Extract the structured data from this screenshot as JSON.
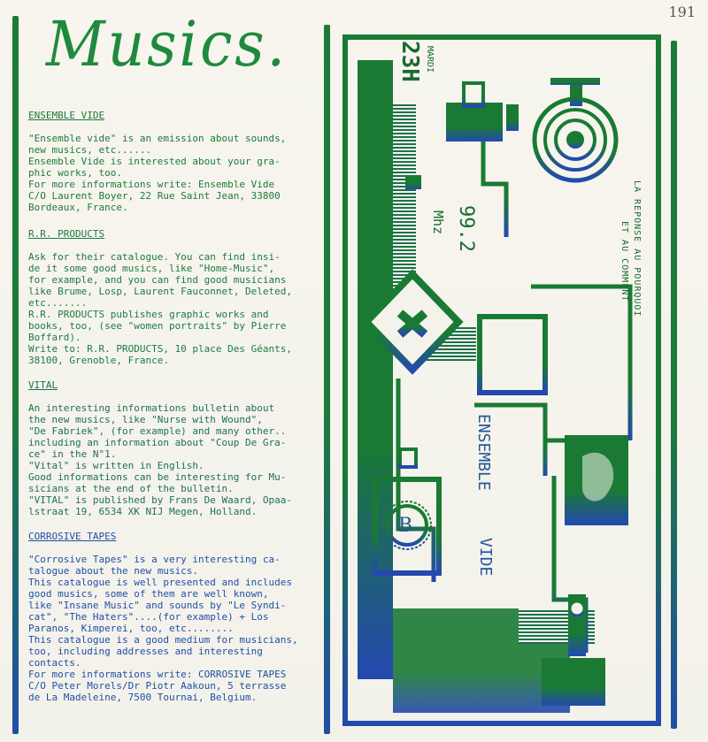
{
  "page": {
    "corner_mark": "191",
    "title": "Musics."
  },
  "sections": [
    {
      "heading": "ENSEMBLE VIDE",
      "body": "\"Ensemble vide\" is an emission about sounds,\nnew musics, etc......\nEnsemble Vide is interested about your gra-\nphic works, too.\nFor more informations write: Ensemble Vide\nC/O Laurent Boyer, 22 Rue Saint Jean, 33800\nBordeaux, France."
    },
    {
      "heading": "R.R. PRODUCTS",
      "body": "Ask for their catalogue. You can find insi-\nde it some good musics, like \"Home-Music\",\nfor example, and you can find good musicians\nlike Brume, Losp, Laurent Fauconnet, Deleted,\netc.......\nR.R. PRODUCTS publishes graphic works and\nbooks, too, (see \"women portraits\" by Pierre\nBoffard).\nWrite to: R.R. PRODUCTS, 10 place Des Géants,\n38100, Grenoble, France."
    },
    {
      "heading": "VITAL",
      "body": "An interesting informations bulletin about\nthe new musics, like \"Nurse with Wound\",\n\"De Fabriek\", (for example) and many other..\nincluding an information about \"Coup De Gra-\nce\" in the N°1.\n\"Vital\" is written in English.\nGood informations can be interesting for Mu-\nsicians at the end of the bulletin.\n\"VITAL\" is published by Frans De Waard, Opaa-\nlstraat 19, 6534 XK NIJ Megen, Holland."
    },
    {
      "heading": "CORROSIVE TAPES",
      "body": "\"Corrosive Tapes\" is a very interesting ca-\ntalogue about the new musics.\nThis catalogue is well presented and includes\ngood musics, some of them are well known,\nlike \"Insane Music\" and sounds by \"Le Syndi-\ncat\", \"The Haters\"....(for example) + Los\nParanos, Kimperei, too, etc........\nThis catalogue is a good medium for musicians,\ntoo, including addresses and interesting\ncontacts.\nFor more informations write: CORROSIVE TAPES\nC/O Peter Morels/Dr Piotr Aakoun, 5 terrasse\nde La Madeleine, 7500 Tournai, Belgium."
    }
  ],
  "artwork": {
    "day": "MARDI",
    "hour": "23H",
    "frequency": "99.2",
    "unit": "Mhz",
    "tagline_1": "LA REPONSE AU POURQUOI",
    "tagline_2": "ET AU COMMENT",
    "name_1": "ENSEMBLE",
    "name_2": "VIDE",
    "badge_letter": "B"
  }
}
